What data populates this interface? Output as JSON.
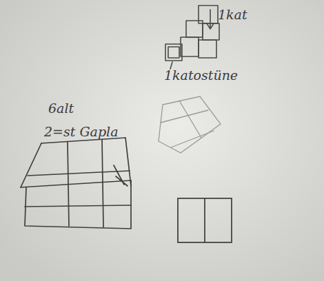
{
  "diagram": {
    "labels": [
      "6alt",
      "2=st Gapla",
      "1kat",
      "1katostüne"
    ]
  }
}
